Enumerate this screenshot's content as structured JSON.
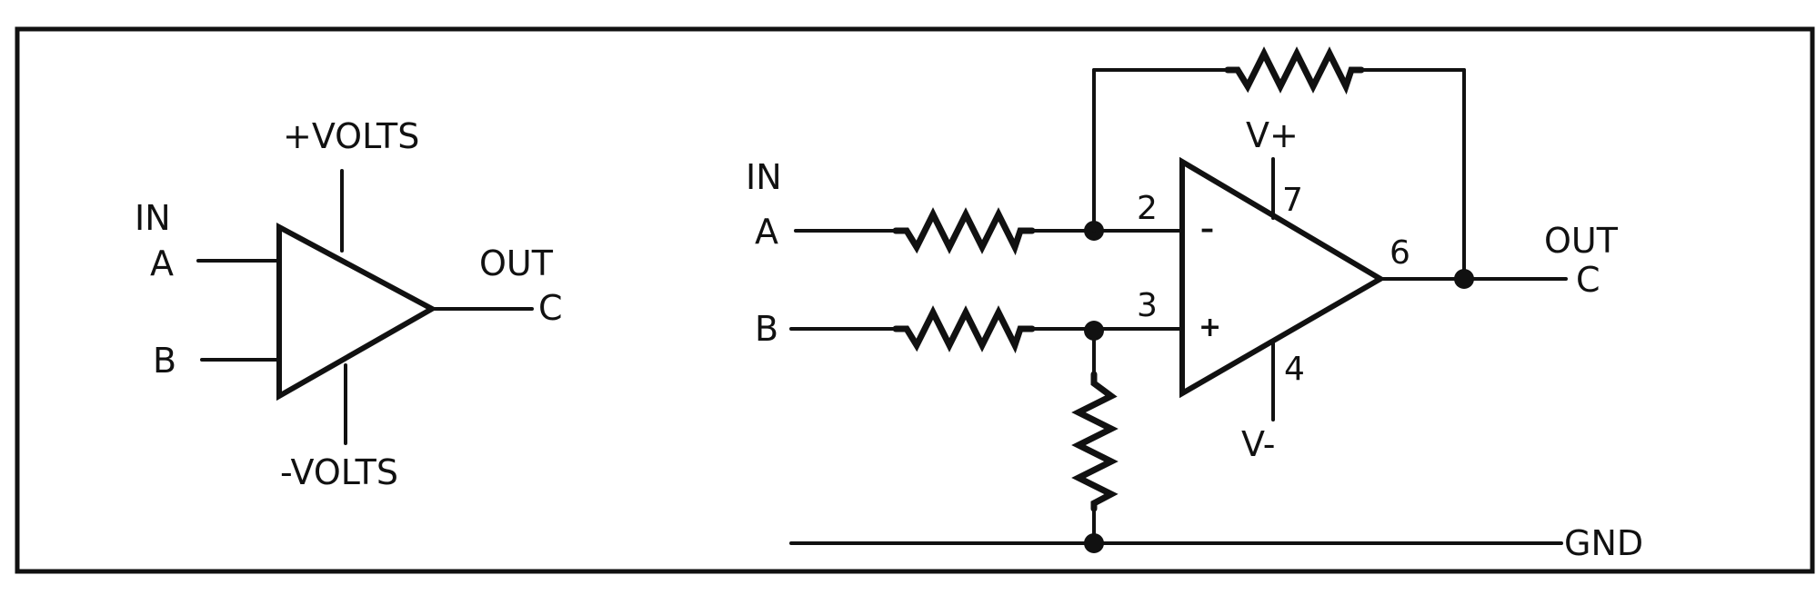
{
  "simple_symbol": {
    "in_label": "IN",
    "input_a": "A",
    "input_b": "B",
    "pos_supply": "+VOLTS",
    "neg_supply": "-VOLTS",
    "out_label": "OUT",
    "output_c": "C"
  },
  "circuit": {
    "in_label": "IN",
    "input_a": "A",
    "input_b": "B",
    "out_label": "OUT",
    "output_c": "C",
    "pin_inverting": "2",
    "pin_noninverting": "3",
    "pin_output": "6",
    "pin_vplus": "7",
    "pin_vminus": "4",
    "vplus_label": "V+",
    "vminus_label": "V-",
    "inverting_sign": "–",
    "noninverting_sign": "+",
    "ground_label": "GND"
  }
}
